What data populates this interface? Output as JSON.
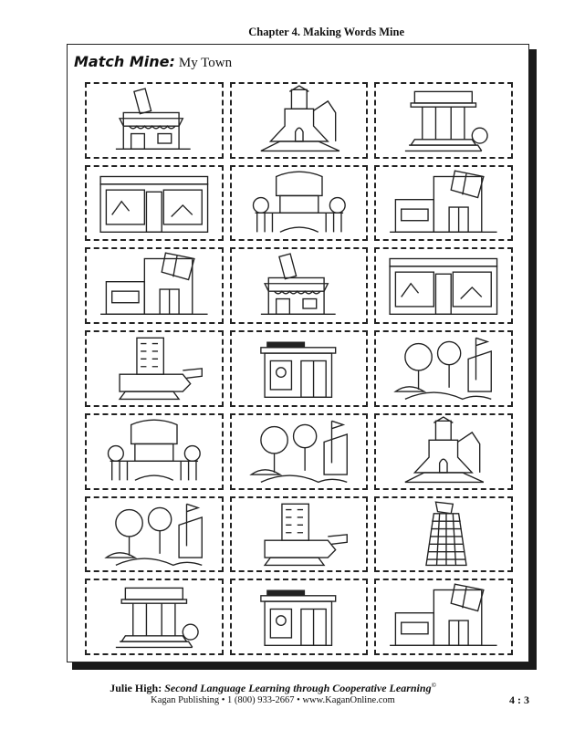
{
  "header": {
    "chapter": "Chapter 4.  Making Words Mine"
  },
  "title": {
    "brand": "Match Mine:",
    "subtitle": "My Town"
  },
  "cards": [
    [
      "cafe-building-icon",
      "church-icon",
      "museum-icon"
    ],
    [
      "store-building-icon",
      "market-stand-icon",
      "library-icon"
    ],
    [
      "library-icon",
      "cafe-building-icon",
      "store-building-icon"
    ],
    [
      "office-building-icon",
      "bank-building-icon",
      "park-icon"
    ],
    [
      "market-stand-icon",
      "park-icon",
      "church-icon"
    ],
    [
      "park-icon",
      "office-building-icon",
      "skyscraper-icon"
    ],
    [
      "museum-icon",
      "bank-building-icon",
      "library-icon"
    ]
  ],
  "footer": {
    "author": "Julie High:",
    "book_title": "Second Language Learning through Cooperative Learning",
    "copyright": "©",
    "publisher_line": "Kagan Publishing • 1 (800) 933-2667 • www.KaganOnline.com",
    "page_number": "4 : 3"
  }
}
